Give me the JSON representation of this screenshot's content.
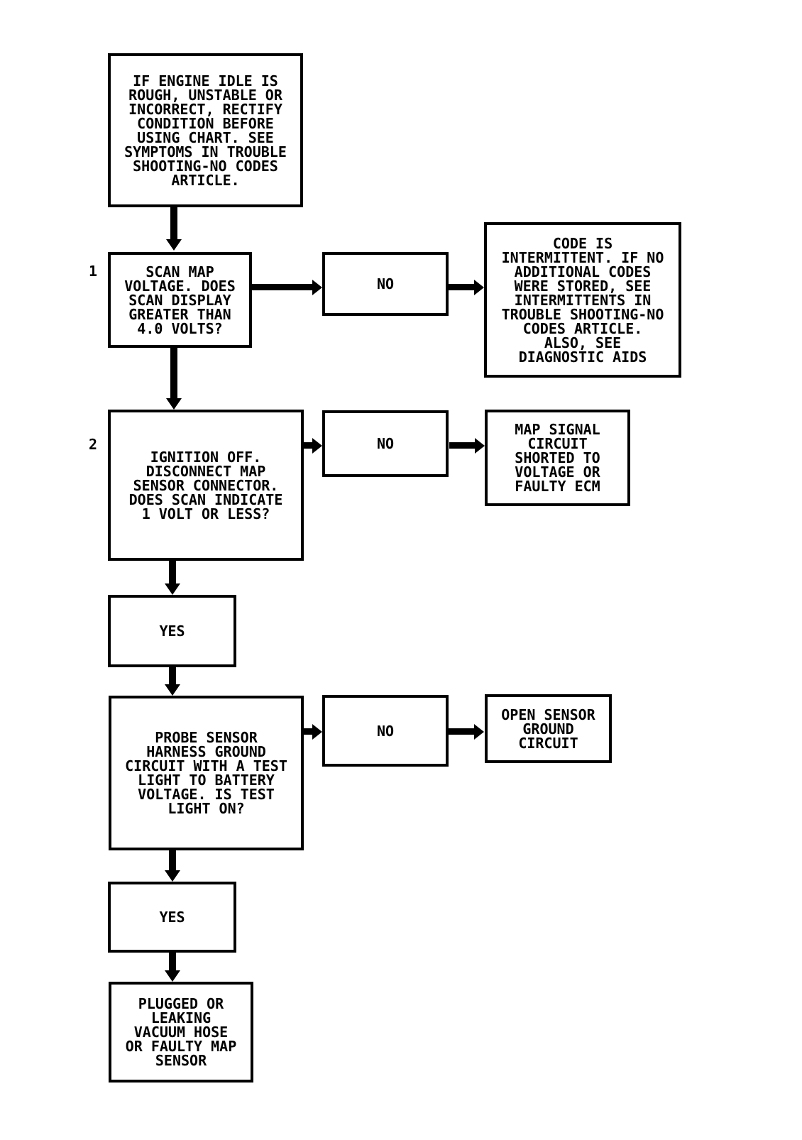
{
  "flowchart": {
    "colors": {
      "line": "#000000",
      "background": "#ffffff"
    },
    "nodes": {
      "precheck": {
        "text": "IF ENGINE IDLE IS\nROUGH, UNSTABLE OR\nINCORRECT, RECTIFY\nCONDITION BEFORE\nUSING CHART. SEE\nSYMPTOMS IN TROUBLE\nSHOOTING-NO CODES\nARTICLE."
      },
      "step1": {
        "number": "1",
        "text": "SCAN MAP\nVOLTAGE. DOES\nSCAN DISPLAY\nGREATER THAN\n4.0 VOLTS?"
      },
      "no1": {
        "text": "NO"
      },
      "intermittent": {
        "text": "CODE IS\nINTERMITTENT. IF NO\nADDITIONAL CODES\nWERE STORED, SEE\nINTERMITTENTS IN\nTROUBLE SHOOTING-NO\nCODES ARTICLE.\nALSO, SEE\nDIAGNOSTIC AIDS"
      },
      "step2": {
        "number": "2",
        "text": "IGNITION OFF.\nDISCONNECT MAP\nSENSOR CONNECTOR.\nDOES SCAN INDICATE\n1 VOLT OR LESS?"
      },
      "no2": {
        "text": "NO"
      },
      "map_signal_shorted": {
        "text": "MAP SIGNAL\nCIRCUIT\nSHORTED TO\nVOLTAGE OR\nFAULTY ECM"
      },
      "yes1": {
        "text": "YES"
      },
      "probe": {
        "text": "PROBE SENSOR\nHARNESS GROUND\nCIRCUIT WITH A TEST\nLIGHT TO BATTERY\nVOLTAGE. IS TEST\nLIGHT ON?"
      },
      "no3": {
        "text": "NO"
      },
      "open_ground": {
        "text": "OPEN SENSOR\nGROUND\nCIRCUIT"
      },
      "yes2": {
        "text": "YES"
      },
      "plugged": {
        "text": "PLUGGED OR\nLEAKING\nVACUUM HOSE\nOR FAULTY MAP\nSENSOR"
      }
    },
    "edges": [
      {
        "from": "precheck",
        "to": "step1"
      },
      {
        "from": "step1",
        "to": "no1"
      },
      {
        "from": "no1",
        "to": "intermittent"
      },
      {
        "from": "step1",
        "to": "step2"
      },
      {
        "from": "step2",
        "to": "no2"
      },
      {
        "from": "no2",
        "to": "map_signal_shorted"
      },
      {
        "from": "step2",
        "to": "yes1"
      },
      {
        "from": "yes1",
        "to": "probe"
      },
      {
        "from": "probe",
        "to": "no3"
      },
      {
        "from": "no3",
        "to": "open_ground"
      },
      {
        "from": "probe",
        "to": "yes2"
      },
      {
        "from": "yes2",
        "to": "plugged"
      }
    ]
  }
}
